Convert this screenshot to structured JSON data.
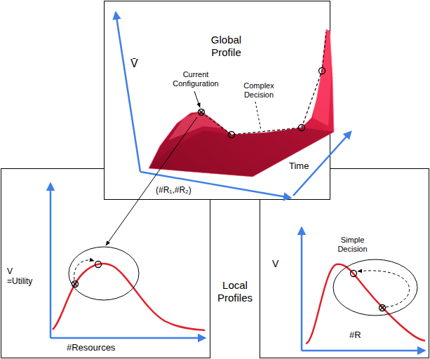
{
  "diagram": {
    "nodes": [
      {
        "text": [
          "Global Profile",
          "V̄",
          "Current Configuration",
          "Complex Decision",
          "Time",
          "(#R₁,#R₂)"
        ]
      },
      {
        "text": [
          "V =Utility",
          "#Resources"
        ]
      },
      {
        "text": [
          "Simple Decision",
          "V",
          "#R"
        ]
      }
    ],
    "labels": [
      "Local Profiles"
    ]
  }
}
